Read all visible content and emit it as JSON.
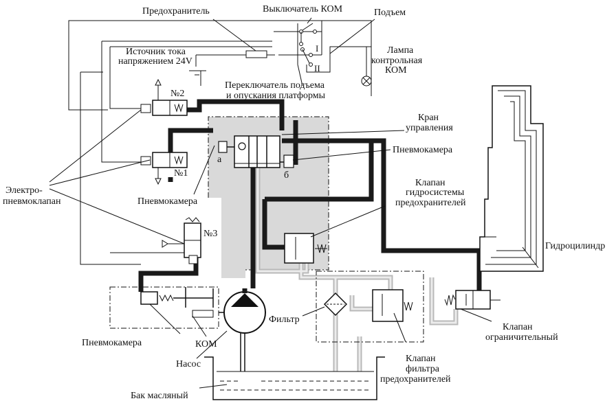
{
  "labels": {
    "fuse": "Предохранитель",
    "pto_switch": "Выключатель КОМ",
    "lift": "Подъем",
    "power_source_line1": "Источник тока",
    "power_source_line2": "напряжением 24V",
    "lamp_line1": "Лампа",
    "lamp_line2": "контрольная",
    "lamp_line3": "КОМ",
    "selector_line1": "Переключатель подъема",
    "selector_line2": "и опускания платформы",
    "position_I": "I",
    "position_II": "II",
    "valve_no2": "№2",
    "valve_no1": "№1",
    "valve_no3": "№3",
    "control_valve_line1": "Кран",
    "control_valve_line2": "управления",
    "pneumo_chamber_right": "Пневмокамера",
    "pneumo_chamber_left": "Пневмокамера",
    "pneumo_chamber_bottom": "Пневмокамера",
    "port_a": "а",
    "port_b": "б",
    "electro_line1": "Электро-",
    "electro_line2": "пневмоклапан",
    "relief_valve_line1": "Клапан",
    "relief_valve_line2": "гидросистемы",
    "relief_valve_line3": "предохранителей",
    "cylinder": "Гидроцилиндр",
    "filter": "Фильтр",
    "limit_valve_line1": "Клапан",
    "limit_valve_line2": "ограничительный",
    "pto": "КОМ",
    "pump": "Насос",
    "filter_valve_line1": "Клапан",
    "filter_valve_line2": "фильтра",
    "filter_valve_line3": "предохранителей",
    "tank": "Бак масляный"
  },
  "colors": {
    "pressure_line": "#1a1a1a",
    "return_line": "#b9b9b9",
    "shaded_block": "#d9d9d9",
    "outline": "#111111"
  }
}
